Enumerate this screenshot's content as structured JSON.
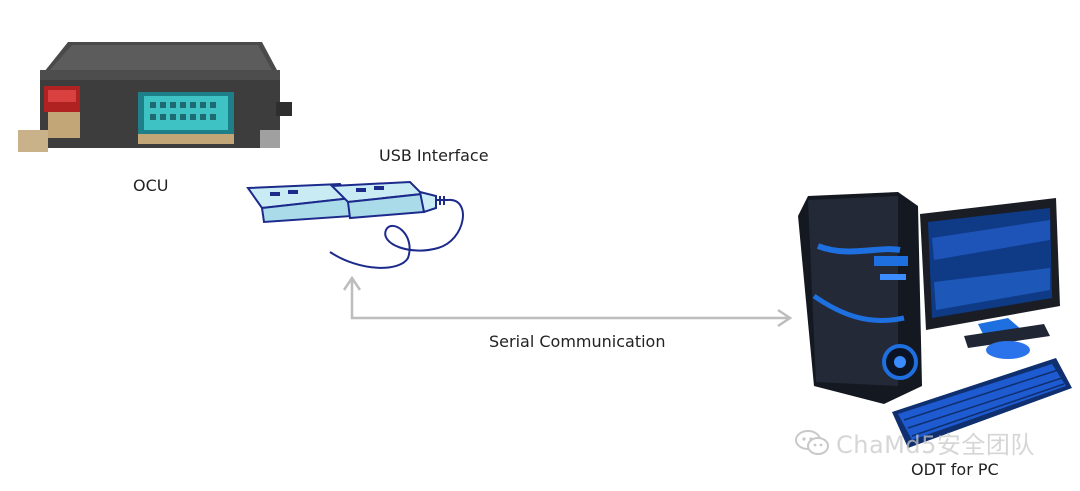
{
  "labels": {
    "ocu": "OCU",
    "usb": "USB Interface",
    "serial": "Serial Communication",
    "pc": "ODT for PC"
  },
  "watermark": {
    "text": "ChaMd5安全团队",
    "icon": "wechat-icon"
  },
  "colors": {
    "arrow": "#bdbdbd",
    "usb_outline": "#1c2a8c",
    "usb_fill": "#c9ecf4",
    "connector": "#2fa9b3",
    "pc_accent": "#1e6fe0"
  }
}
